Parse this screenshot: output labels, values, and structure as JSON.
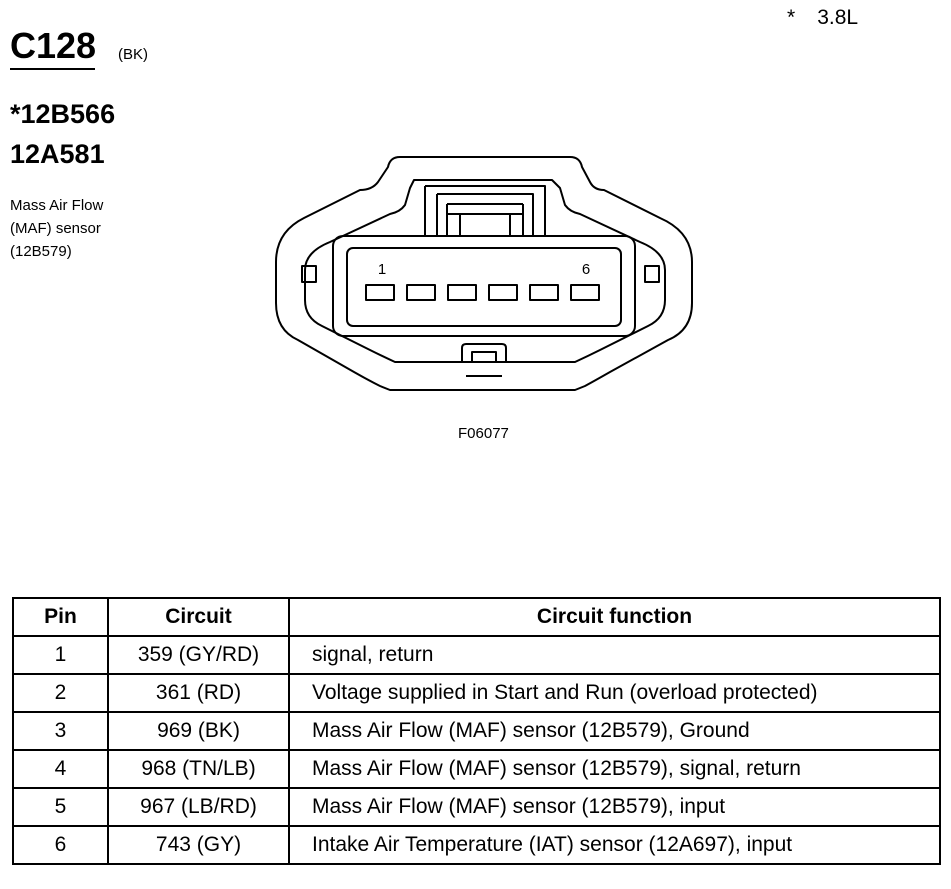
{
  "connector": {
    "id": "C128",
    "color": "(BK)"
  },
  "footnote": {
    "marker": "*",
    "text": "3.8L"
  },
  "parts": [
    "*12B566",
    "12A581"
  ],
  "component": {
    "lines": [
      "Mass Air Flow",
      "(MAF) sensor",
      "(12B579)"
    ]
  },
  "diagram": {
    "pin_label_first": "1",
    "pin_label_last": "6",
    "figure_code": "F06077"
  },
  "table": {
    "headers": [
      "Pin",
      "Circuit",
      "Circuit function"
    ],
    "rows": [
      {
        "pin": "1",
        "circuit": "359 (GY/RD)",
        "function": "signal, return"
      },
      {
        "pin": "2",
        "circuit": "361 (RD)",
        "function": "Voltage supplied in Start and Run (overload protected)"
      },
      {
        "pin": "3",
        "circuit": "969 (BK)",
        "function": "Mass Air Flow (MAF) sensor (12B579), Ground"
      },
      {
        "pin": "4",
        "circuit": "968 (TN/LB)",
        "function": "Mass Air Flow (MAF) sensor (12B579), signal, return"
      },
      {
        "pin": "5",
        "circuit": "967 (LB/RD)",
        "function": "Mass Air Flow (MAF) sensor (12B579), input"
      },
      {
        "pin": "6",
        "circuit": "743 (GY)",
        "function": "Intake Air Temperature (IAT) sensor (12A697), input"
      }
    ]
  }
}
